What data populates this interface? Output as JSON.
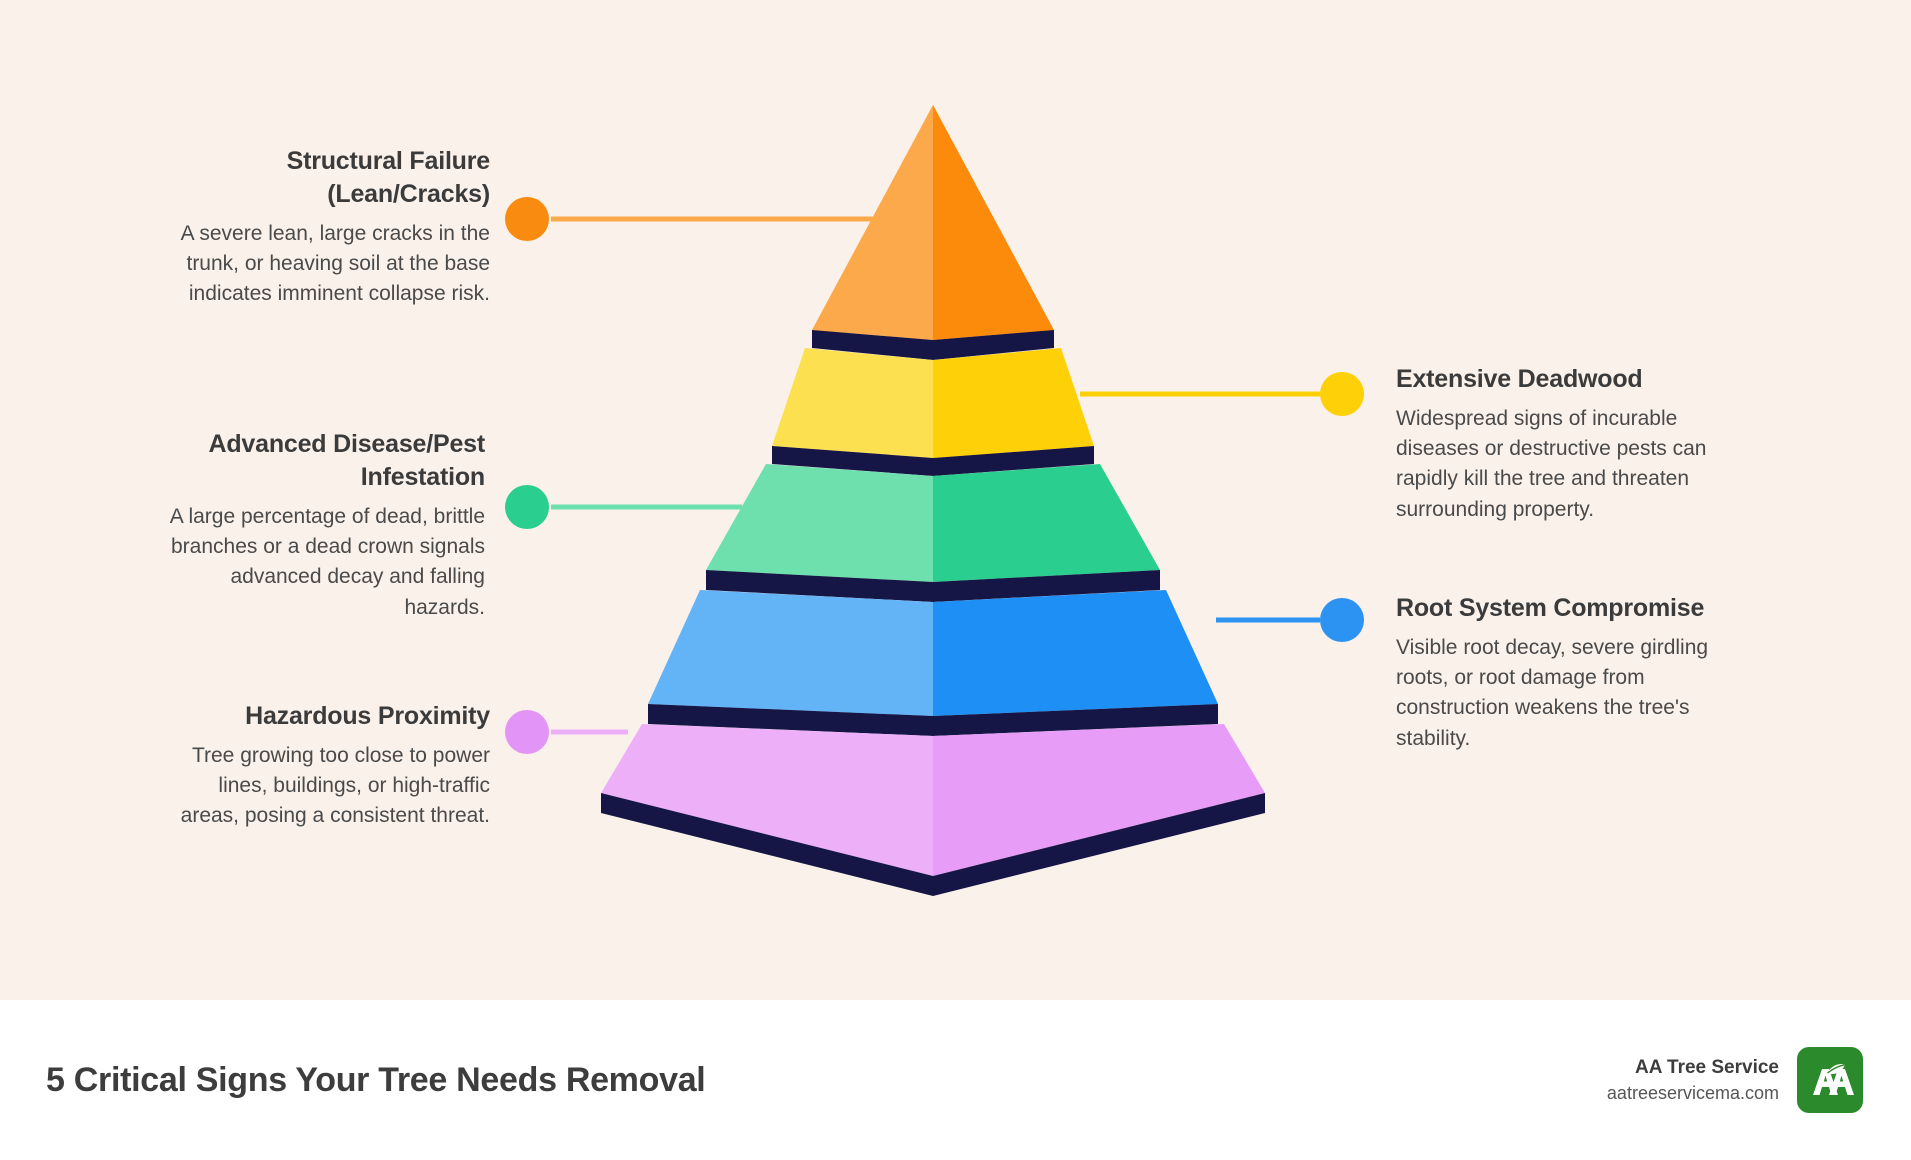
{
  "theme": {
    "background": "#faf1ea",
    "footer_background": "#ffffff",
    "divider_navy": "#161646",
    "title_color": "#3b3b3b",
    "body_color": "#4a4a4a"
  },
  "footer": {
    "title": "5 Critical Signs Your Tree Needs Removal",
    "brand_name": "AA Tree Service",
    "brand_url": "aatreeservicema.com",
    "logo_text": "AA",
    "logo_color": "#2b8a2b"
  },
  "chart_data": {
    "type": "pie",
    "title": "5 Critical Signs Your Tree Needs Removal",
    "layout": "3d-pyramid",
    "levels": [
      {
        "rank": 1,
        "label": "Structural Failure (Lean/Cracks)",
        "title_line1": "Structural Failure",
        "title_line2": "(Lean/Cracks)",
        "description": "A severe lean, large cracks in the trunk, or heaving soil at the base indicates imminent collapse risk.",
        "side": "left",
        "color_light": "#fba94a",
        "color_dark": "#fc8a0b",
        "marker_color": "#f98c10"
      },
      {
        "rank": 2,
        "label": "Extensive Deadwood",
        "title_line1": "Extensive Deadwood",
        "title_line2": "",
        "description": "Widespread signs of incurable diseases or destructive pests can rapidly kill the tree and threaten surrounding property.",
        "side": "right",
        "color_light": "#fde04f",
        "color_dark": "#fdd008",
        "marker_color": "#fdd008"
      },
      {
        "rank": 3,
        "label": "Advanced Disease/Pest Infestation",
        "title_line1": "Advanced Disease/Pest",
        "title_line2": "Infestation",
        "description": "A large percentage of dead, brittle branches or a dead crown signals advanced decay and falling hazards.",
        "side": "left",
        "color_light": "#6ee0ae",
        "color_dark": "#2ace8e",
        "marker_color": "#2ace8e"
      },
      {
        "rank": 4,
        "label": "Root System Compromise",
        "title_line1": "Root System Compromise",
        "title_line2": "",
        "description": "Visible root decay, severe girdling roots, or root damage from construction weakens the tree's stability.",
        "side": "right",
        "color_light": "#63b3f7",
        "color_dark": "#1e90f5",
        "marker_color": "#2c93f3"
      },
      {
        "rank": 5,
        "label": "Hazardous Proximity",
        "title_line1": "Hazardous Proximity",
        "title_line2": "",
        "description": "Tree growing too close to power lines, buildings, or high-traffic areas, posing a consistent threat.",
        "side": "left",
        "color_light": "#eeaff9",
        "color_dark": "#e79cf8",
        "marker_color": "#e295f7"
      }
    ]
  }
}
